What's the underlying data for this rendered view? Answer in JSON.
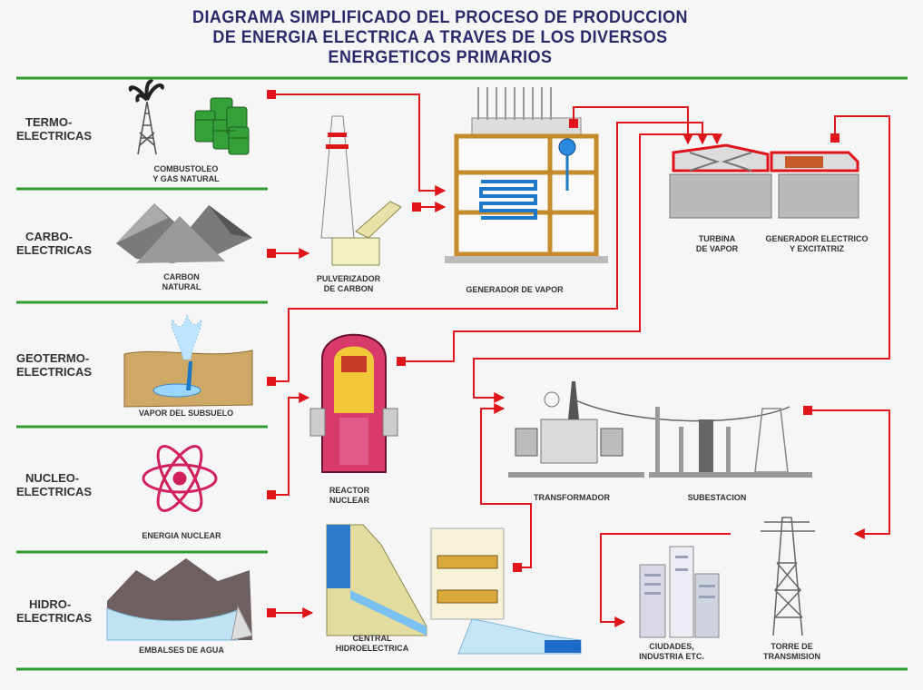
{
  "title": {
    "line1": "DIAGRAMA SIMPLIFICADO DEL PROCESO DE PRODUCCION",
    "line2": "DE ENERGIA ELECTRICA A TRAVES DE LOS DIVERSOS",
    "line3": "ENERGETICOS PRIMARIOS"
  },
  "categories": [
    {
      "line1": "TERMO-",
      "line2": "ELECTRICAS"
    },
    {
      "line1": "CARBO-",
      "line2": "ELECTRICAS"
    },
    {
      "line1": "GEOTERMO-",
      "line2": "ELECTRICAS"
    },
    {
      "line1": "NUCLEO-",
      "line2": "ELECTRICAS"
    },
    {
      "line1": "HIDRO-",
      "line2": "ELECTRICAS"
    }
  ],
  "sources": {
    "combustoleo": {
      "line1": "COMBUSTOLEO",
      "line2": "Y GAS NATURAL"
    },
    "carbon": {
      "line1": "CARBON",
      "line2": "NATURAL"
    },
    "vapor": {
      "line1": "VAPOR DEL SUBSUELO"
    },
    "nuclear": {
      "line1": "ENERGIA NUCLEAR"
    },
    "embalses": {
      "line1": "EMBALSES DE AGUA"
    }
  },
  "components": {
    "pulverizador": {
      "line1": "PULVERIZADOR",
      "line2": "DE CARBON"
    },
    "generador_vapor": {
      "line1": "GENERADOR DE VAPOR"
    },
    "turbina": {
      "line1": "TURBINA",
      "line2": "DE VAPOR"
    },
    "generador_electrico": {
      "line1": "GENERADOR ELECTRICO",
      "line2": "Y   EXCITATRIZ"
    },
    "reactor": {
      "line1": "REACTOR",
      "line2": "NUCLEAR"
    },
    "transformador": {
      "line1": "TRANSFORMADOR"
    },
    "subestacion": {
      "line1": "SUBESTACION"
    },
    "central_hidro": {
      "line1": "CENTRAL",
      "line2": "HIDROELECTRICA"
    },
    "ciudades": {
      "line1": "CIUDADES,",
      "line2": "INDUSTRIA ETC."
    },
    "torre": {
      "line1": "TORRE DE",
      "line2": "TRANSMISION"
    }
  },
  "colors": {
    "flow_red": "#e0141b",
    "divider_green": "#2f9a2f",
    "title_navy": "#2a2a6a"
  }
}
